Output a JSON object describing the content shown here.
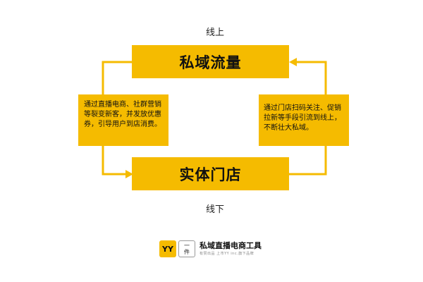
{
  "labels": {
    "top": "线上",
    "bottom": "线下"
  },
  "nodes": {
    "top": "私域流量",
    "bottom": "实体门店",
    "left": "通过直播电商、社群营销等裂变新客，并发放优惠券，引导用户到店消费。",
    "right": "通过门店扫码关注、促销拉新等手段引流到线上，不断壮大私域。"
  },
  "footer": {
    "logo_yy": "YY",
    "logo_yijian_top": "一",
    "logo_yijian_bottom": "件",
    "title": "私域直播电商工具",
    "subtitle": "有赞出品 上市YY inc.旗下品牌"
  },
  "colors": {
    "accent": "#f5bb00",
    "text": "#111111"
  }
}
